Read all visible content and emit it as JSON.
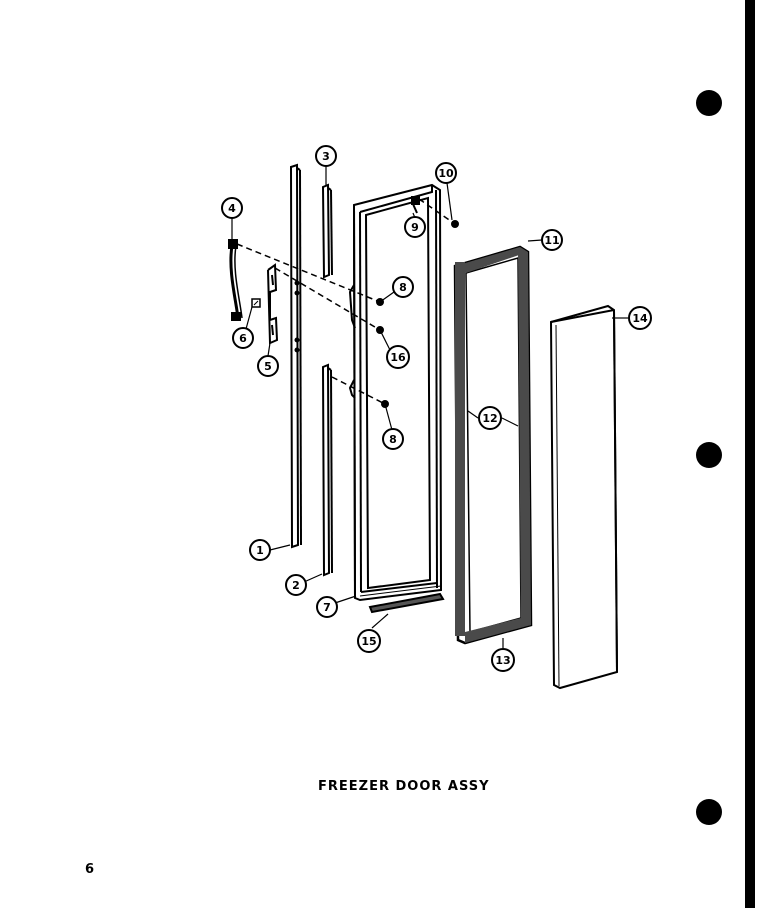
{
  "diagram": {
    "caption": "FREEZER DOOR ASSY",
    "page_number": "6",
    "callouts": [
      {
        "id": "1",
        "label": "1"
      },
      {
        "id": "2",
        "label": "2"
      },
      {
        "id": "3",
        "label": "3"
      },
      {
        "id": "4",
        "label": "4"
      },
      {
        "id": "5",
        "label": "5"
      },
      {
        "id": "6",
        "label": "6"
      },
      {
        "id": "7",
        "label": "7"
      },
      {
        "id": "8a",
        "label": "8"
      },
      {
        "id": "8b",
        "label": "8"
      },
      {
        "id": "9",
        "label": "9"
      },
      {
        "id": "10",
        "label": "10"
      },
      {
        "id": "11",
        "label": "11"
      },
      {
        "id": "12",
        "label": "12"
      },
      {
        "id": "13",
        "label": "13"
      },
      {
        "id": "14",
        "label": "14"
      },
      {
        "id": "15",
        "label": "15"
      },
      {
        "id": "16",
        "label": "16"
      }
    ]
  },
  "colors": {
    "ink": "#000000",
    "paper": "#ffffff",
    "gasket": "#5a5a5a"
  }
}
